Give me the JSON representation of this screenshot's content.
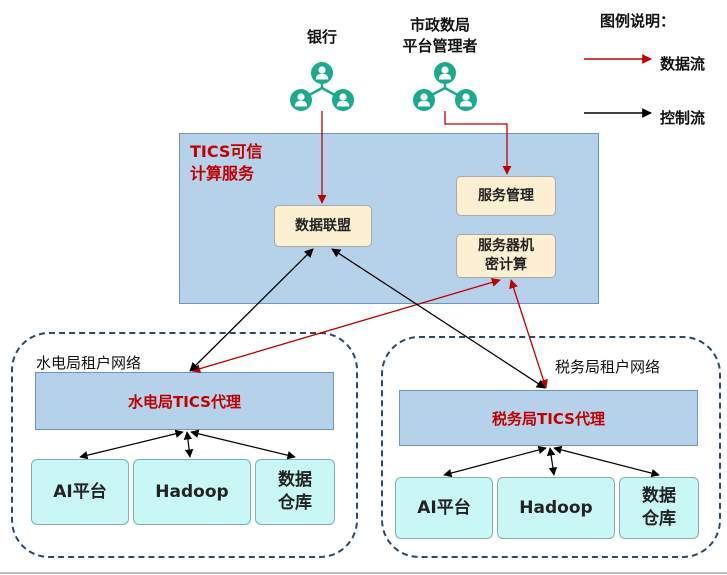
{
  "actors": {
    "bank": "银行",
    "municipal_line1": "市政数局",
    "municipal_line2": "平台管理者"
  },
  "legend": {
    "title": "图例说明：",
    "data_flow": "数据流",
    "control_flow": "控制流"
  },
  "tics": {
    "title_line1": "TICS可信",
    "title_line2": "计算服务",
    "data_alliance": "数据联盟",
    "service_mgmt": "服务管理",
    "server_line1": "服务器机",
    "server_line2": "密计算"
  },
  "water": {
    "network_label": "水电局租户网络",
    "proxy": "水电局TICS代理",
    "ai": "AI平台",
    "hadoop": "Hadoop",
    "warehouse_line1": "数据",
    "warehouse_line2": "仓库"
  },
  "tax": {
    "network_label": "税务局租户网络",
    "proxy": "税务局TICS代理",
    "ai": "AI平台",
    "hadoop": "Hadoop",
    "warehouse_line1": "数据",
    "warehouse_line2": "仓库"
  },
  "colors": {
    "data_flow": "#c00000",
    "control_flow": "#000000",
    "user_icon": "#1aaa8e"
  }
}
